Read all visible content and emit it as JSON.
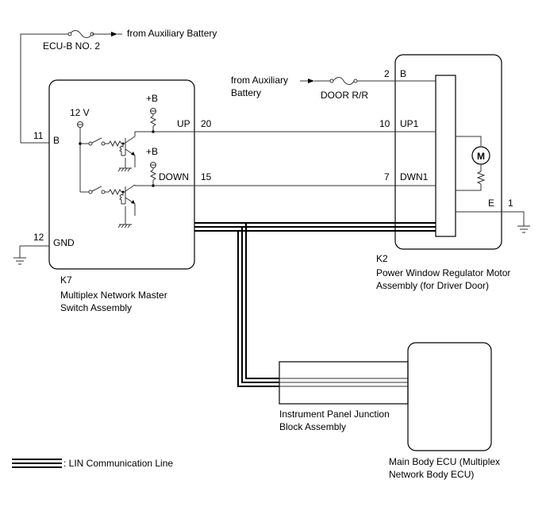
{
  "components": {
    "master_switch": {
      "code": "K7",
      "name_line1": "Multiplex Network Master",
      "name_line2": "Switch Assembly",
      "pins": {
        "b": {
          "num": "11",
          "name": "B"
        },
        "gnd": {
          "num": "12",
          "name": "GND"
        },
        "up": {
          "num": "20",
          "name": "UP"
        },
        "down": {
          "num": "15",
          "name": "DOWN"
        }
      },
      "supply_12v": "12 V",
      "supply_b1": "+B",
      "supply_b2": "+B"
    },
    "motor": {
      "code": "K2",
      "name_line1": "Power Window Regulator Motor",
      "name_line2": "Assembly (for Driver Door)",
      "motor_symbol": "M",
      "pins": {
        "b": {
          "num": "2",
          "name": "B"
        },
        "up1": {
          "num": "10",
          "name": "UP1"
        },
        "dwn1": {
          "num": "7",
          "name": "DWN1"
        },
        "e": {
          "num": "1",
          "name": "E"
        }
      }
    },
    "junction_block": {
      "name_line1": "Instrument Panel Junction",
      "name_line2": "Block Assembly"
    },
    "main_body_ecu": {
      "name_line1": "Main Body ECU (Multiplex",
      "name_line2": "Network Body ECU)"
    }
  },
  "fuses": {
    "ecu_b": {
      "label": "ECU-B NO. 2",
      "source": "from Auxiliary Battery"
    },
    "door_rr": {
      "label": "DOOR R/R",
      "source_line1": "from Auxiliary",
      "source_line2": "Battery"
    }
  },
  "legend": {
    "lin_label": ": LIN Communication Line"
  }
}
